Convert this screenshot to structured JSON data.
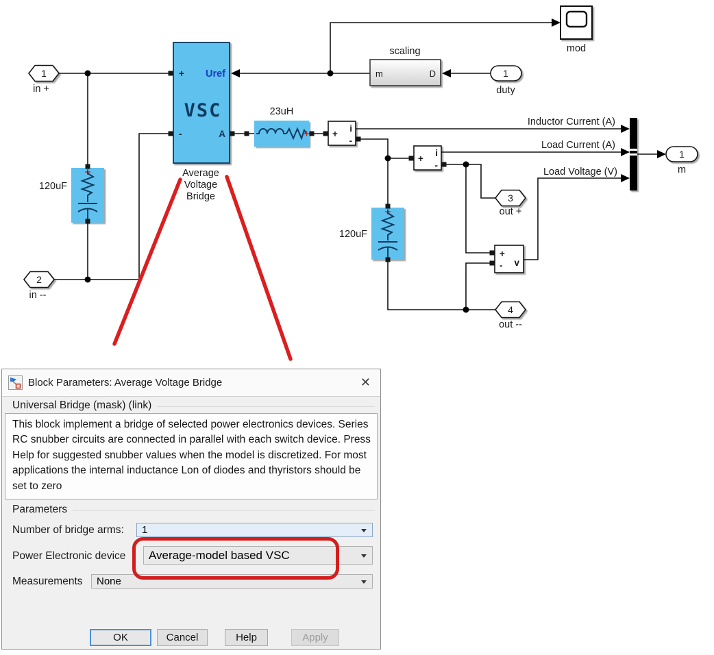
{
  "diagram": {
    "colors": {
      "block_fill": "#5FC1EE",
      "annotation_red": "#DB1F1F"
    },
    "ports": {
      "in_plus": {
        "num": "1",
        "label": "in +"
      },
      "in_minus": {
        "num": "2",
        "label": "in --"
      },
      "out_plus": {
        "num": "3",
        "label": "out +"
      },
      "out_minus": {
        "num": "4",
        "label": "out --"
      },
      "duty": {
        "num": "1",
        "label": "duty"
      },
      "m": {
        "num": "1",
        "label": "m"
      }
    },
    "vsc": {
      "name": "VSC",
      "plus": "+",
      "minus": "-",
      "uref": "Uref",
      "a": "A",
      "caption": [
        "Average",
        "Voltage",
        "Bridge"
      ]
    },
    "cap_left_label": "120uF",
    "cap_right_label": "120uF",
    "inductor_label": "23uH",
    "current1": {
      "plus": "+",
      "minus": "-",
      "out": "i"
    },
    "current2": {
      "plus": "+",
      "minus": "-",
      "out": "i"
    },
    "voltmeter": {
      "plus": "+",
      "minus": "-",
      "out": "v"
    },
    "scaling": {
      "label": "scaling",
      "in": "D",
      "out": "m"
    },
    "scope_label": "mod",
    "signal_labels": {
      "inductor_current": "Inductor Current (A)",
      "load_current": "Load Current (A)",
      "load_voltage": "Load Voltage (V)"
    }
  },
  "dialog": {
    "title": "Block Parameters: Average Voltage Bridge",
    "close_glyph": "✕",
    "heading": "Universal Bridge (mask) (link)",
    "description": "This block implement a bridge of selected power electronics devices. Series RC snubber circuits are connected in parallel with each switch device.  Press Help for suggested snubber values when the model is discretized. For most applications the internal inductance Lon of diodes and thyristors should be set to zero",
    "section": "Parameters",
    "fields": [
      {
        "label": "Number of bridge arms:",
        "value": "1"
      },
      {
        "label": "Power Electronic device",
        "value": "Average-model based VSC"
      },
      {
        "label": "Measurements",
        "value": "None"
      }
    ],
    "buttons": {
      "ok": "OK",
      "cancel": "Cancel",
      "help": "Help",
      "apply": "Apply"
    }
  }
}
